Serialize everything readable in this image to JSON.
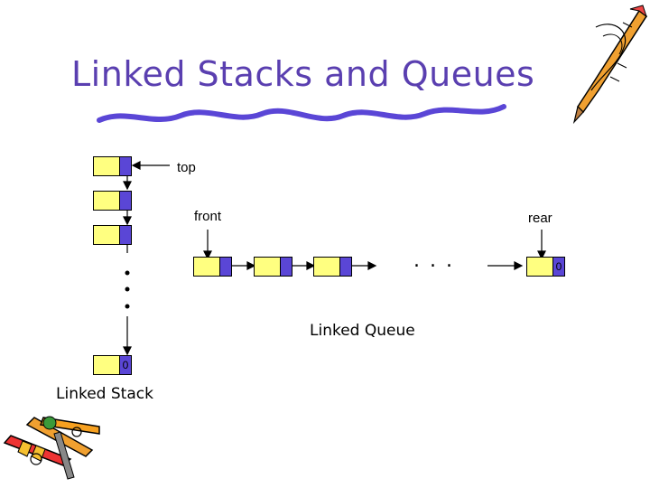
{
  "slide": {
    "title": "Linked Stacks and Queues"
  },
  "stack": {
    "top_label": "top",
    "null_marker": "0",
    "caption": "Linked Stack"
  },
  "queue": {
    "front_label": "front",
    "rear_label": "rear",
    "ellipsis": ". . .",
    "null_marker": "0",
    "caption": "Linked Queue"
  },
  "colors": {
    "title": "#5a3fb0",
    "node_data": "#ffff80",
    "node_link": "#5a46d6",
    "underline": "#5a46d6"
  },
  "decorations": [
    "pencil-clipart",
    "crayons-clipart"
  ]
}
